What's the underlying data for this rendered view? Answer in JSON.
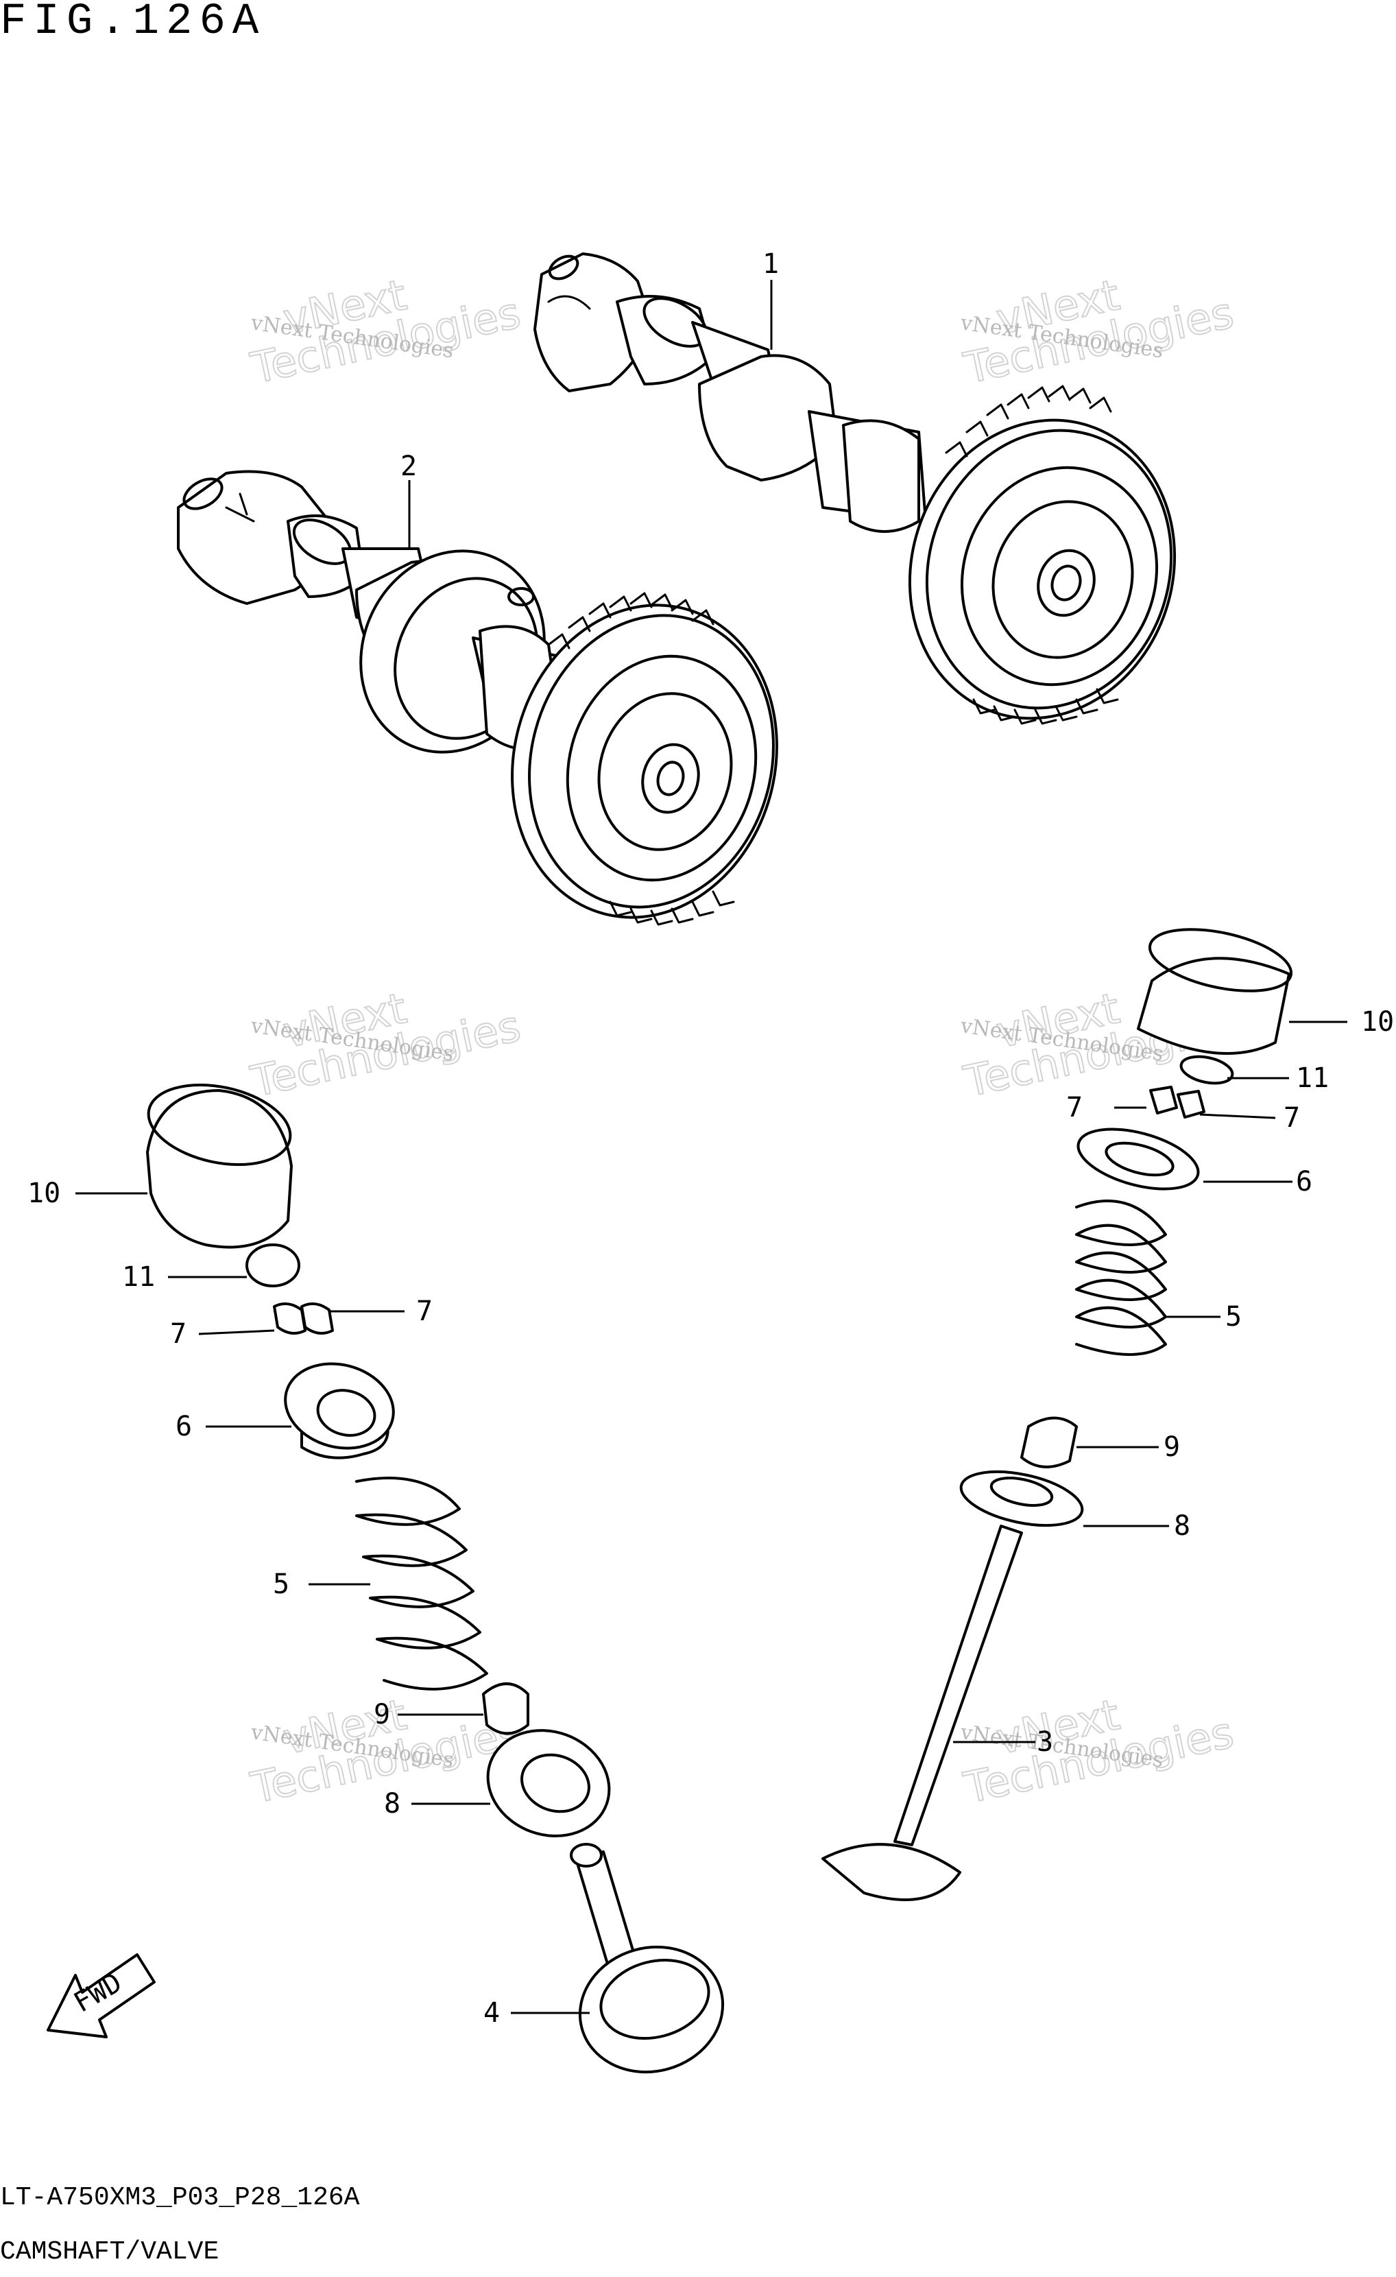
{
  "header": {
    "figure_title": "FIG.126A"
  },
  "footer": {
    "diagram_code": "LT-A750XM3_P03_P28_126A",
    "diagram_name": "CAMSHAFT/VALVE"
  },
  "watermark": {
    "line1": "vNext Technologies",
    "line2": "vNext",
    "line3": "Technologies"
  },
  "fwd_label": "FWD",
  "callouts": {
    "c1": "1",
    "c2": "2",
    "c3": "3",
    "c4": "4",
    "c5_left": "5",
    "c5_right": "5",
    "c6_left": "6",
    "c6_right": "6",
    "c7_left_a": "7",
    "c7_left_b": "7",
    "c7_right_a": "7",
    "c7_right_b": "7",
    "c8_left": "8",
    "c8_right": "8",
    "c9_left": "9",
    "c9_right": "9",
    "c10_left": "10",
    "c10_right": "10",
    "c11_left": "11",
    "c11_right": "11"
  }
}
